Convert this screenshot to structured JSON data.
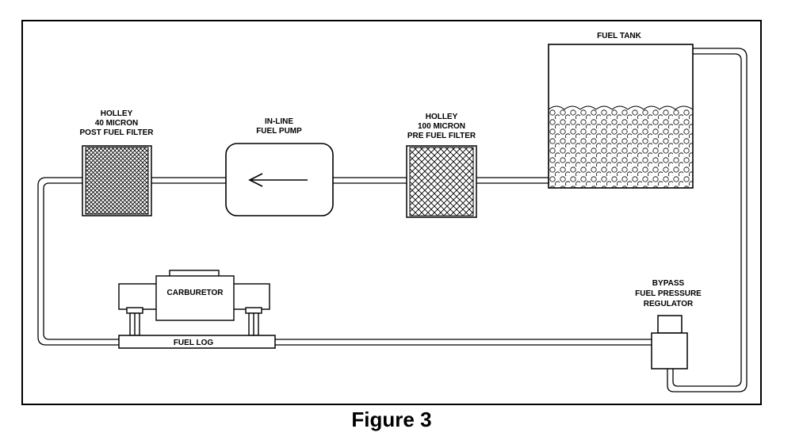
{
  "figure": {
    "caption": "Figure 3",
    "labels": {
      "fuel_tank": "FUEL TANK",
      "post_filter": [
        "HOLLEY",
        "40 MICRON",
        "POST FUEL FILTER"
      ],
      "pump": [
        "IN-LINE",
        "FUEL PUMP"
      ],
      "pre_filter": [
        "HOLLEY",
        "100 MICRON",
        "PRE FUEL FILTER"
      ],
      "carburetor": "CARBURETOR",
      "fuel_log": "FUEL LOG",
      "regulator": [
        "BYPASS",
        "FUEL PRESSURE",
        "REGULATOR"
      ]
    },
    "colors": {
      "line": "#000000",
      "background": "#ffffff"
    }
  }
}
